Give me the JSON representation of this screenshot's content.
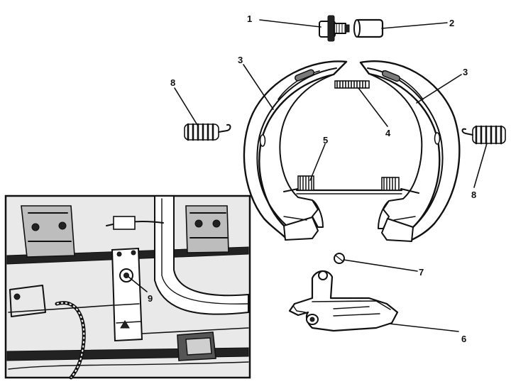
{
  "diagram": {
    "callouts": {
      "c1": "1",
      "c2": "2",
      "c3a": "3",
      "c3b": "3",
      "c4": "4",
      "c5": "5",
      "c6": "6",
      "c7": "7",
      "c8a": "8",
      "c8b": "8",
      "c9": "9"
    }
  }
}
